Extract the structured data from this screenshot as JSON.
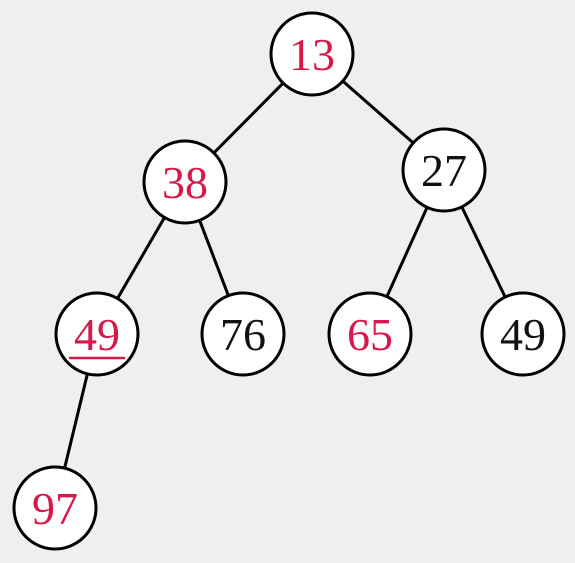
{
  "colors": {
    "highlight": "#d8174b",
    "normal": "#111111",
    "node_fill": "#ffffff",
    "node_stroke": "#000000",
    "background": "#efefef"
  },
  "tree": {
    "nodes": [
      {
        "id": "n13",
        "label": "13",
        "highlighted": true,
        "underlined": false
      },
      {
        "id": "n38",
        "label": "38",
        "highlighted": true,
        "underlined": false
      },
      {
        "id": "n27",
        "label": "27",
        "highlighted": false,
        "underlined": false
      },
      {
        "id": "n49a",
        "label": "49",
        "highlighted": true,
        "underlined": true
      },
      {
        "id": "n76",
        "label": "76",
        "highlighted": false,
        "underlined": false
      },
      {
        "id": "n65",
        "label": "65",
        "highlighted": true,
        "underlined": false
      },
      {
        "id": "n49b",
        "label": "49",
        "highlighted": false,
        "underlined": false
      },
      {
        "id": "n97",
        "label": "97",
        "highlighted": true,
        "underlined": false
      }
    ],
    "edges": [
      {
        "from": "n13",
        "to": "n38"
      },
      {
        "from": "n13",
        "to": "n27"
      },
      {
        "from": "n38",
        "to": "n49a"
      },
      {
        "from": "n38",
        "to": "n76"
      },
      {
        "from": "n27",
        "to": "n65"
      },
      {
        "from": "n27",
        "to": "n49b"
      },
      {
        "from": "n49a",
        "to": "n97"
      }
    ]
  }
}
